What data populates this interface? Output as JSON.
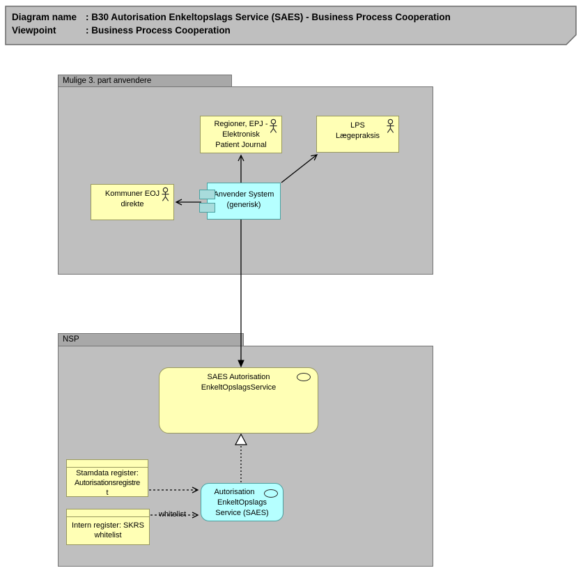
{
  "title_note": {
    "rows": [
      {
        "label": "Diagram name",
        "value": ": B30 Autorisation Enkeltopslags Service (SAES) - Business Process Cooperation"
      },
      {
        "label": "Viewpoint",
        "value": ": Business Process Cooperation"
      }
    ]
  },
  "groups": {
    "third_party": {
      "label": "Mulige 3. part anvendere"
    },
    "nsp": {
      "label": "NSP"
    }
  },
  "nodes": {
    "regioner": {
      "line1": "Regioner, EPJ -",
      "line2": "Elektronisk",
      "line3": "Patient Journal",
      "type": "business-actor"
    },
    "lps": {
      "line1": "LPS",
      "line2": "Lægepraksis",
      "type": "business-actor"
    },
    "kommuner": {
      "line1": "Kommuner EOJ",
      "line2": "direkte",
      "type": "business-actor"
    },
    "anvender": {
      "line1": "Anvender System",
      "line2": "(generisk)",
      "type": "application-component"
    },
    "saes_service": {
      "line1": "SAES Autorisation",
      "line2": "EnkeltOpslagsService",
      "type": "business-service"
    },
    "autorisation_service": {
      "line1": "Autorisation",
      "line2": "EnkeltOpslags",
      "line3": "Service (SAES)",
      "type": "application-service"
    },
    "stamdata": {
      "line1": "Stamdata register:",
      "line2": "Autorisationsregistre",
      "line3": "t",
      "type": "business-object"
    },
    "intern": {
      "line1": "Intern register: SKRS",
      "line2": "whitelist",
      "type": "business-object"
    }
  },
  "connectors": {
    "whitelist_label": "whitelist"
  },
  "colors": {
    "business_fill": "#ffffb5",
    "business_border": "#98985e",
    "app_fill": "#b5ffff",
    "app_border": "#4aa0a0",
    "app_icon_fill": "#a8dcdc",
    "group_fill": "#bfbfbf",
    "group_tab_fill": "#a8a8a8",
    "group_border": "#757575",
    "note_fill": "#bfbfbf",
    "note_border": "#686868",
    "line_color": "#000000"
  }
}
